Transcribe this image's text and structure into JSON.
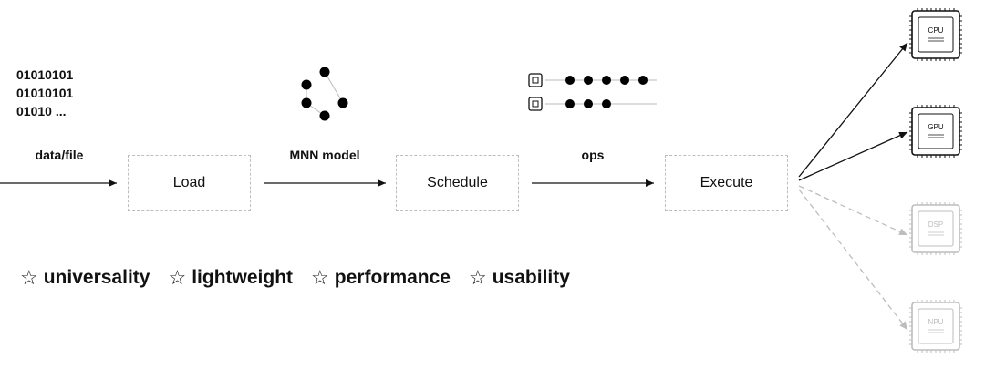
{
  "input": {
    "binary_lines": [
      "01010101",
      "01010101",
      "01010 ..."
    ],
    "label": "data/file"
  },
  "model_label": "MNN model",
  "ops_label": "ops",
  "stages": {
    "load": "Load",
    "schedule": "Schedule",
    "execute": "Execute"
  },
  "backends": [
    {
      "label": "CPU",
      "active": true
    },
    {
      "label": "GPU",
      "active": true
    },
    {
      "label": "DSP",
      "active": false
    },
    {
      "label": "NPU",
      "active": false
    }
  ],
  "features": [
    {
      "icon": "star-outline-icon",
      "label": "universality"
    },
    {
      "icon": "star-outline-icon",
      "label": "lightweight"
    },
    {
      "icon": "star-outline-icon",
      "label": "performance"
    },
    {
      "icon": "star-outline-icon",
      "label": "usability"
    }
  ],
  "colors": {
    "active": "#111111",
    "inactive": "#bdbdbd",
    "box_border": "#bdbdbd"
  }
}
